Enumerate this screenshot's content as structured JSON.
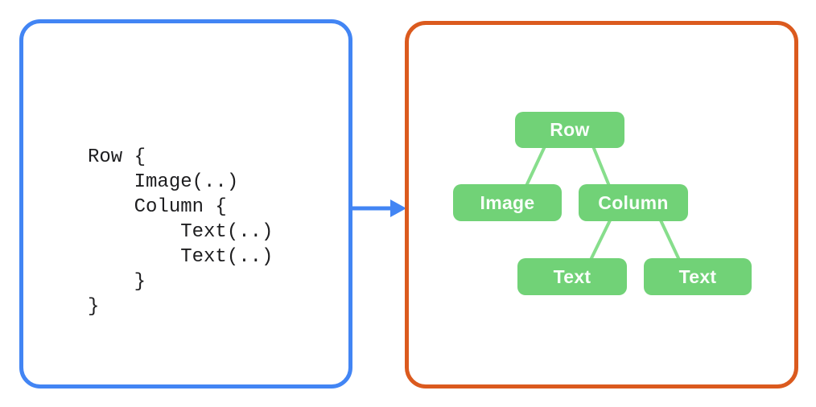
{
  "colors": {
    "blue": "#4285F4",
    "orange": "#DB5A1E",
    "node-green": "#71D277",
    "edge-green": "#87DE8C",
    "code-color": "#1D1D1F",
    "bg": "#FFFFFF"
  },
  "left_panel": {
    "type": "code-snippet",
    "language_hint": "compose-dsl",
    "code_lines": [
      "Row {",
      "    Image(..)",
      "    Column {",
      "        Text(..)",
      "        Text(..)",
      "    }",
      "}"
    ]
  },
  "arrow": {
    "icon": "arrow-right-icon",
    "meaning": "code transforms into UI tree"
  },
  "right_panel": {
    "type": "ui-tree-diagram",
    "nodes": [
      {
        "id": "row",
        "label": "Row"
      },
      {
        "id": "image",
        "label": "Image"
      },
      {
        "id": "column",
        "label": "Column"
      },
      {
        "id": "text1",
        "label": "Text"
      },
      {
        "id": "text2",
        "label": "Text"
      }
    ],
    "edges": [
      {
        "from": "row",
        "to": "image"
      },
      {
        "from": "row",
        "to": "column"
      },
      {
        "from": "column",
        "to": "text1"
      },
      {
        "from": "column",
        "to": "text2"
      }
    ]
  }
}
